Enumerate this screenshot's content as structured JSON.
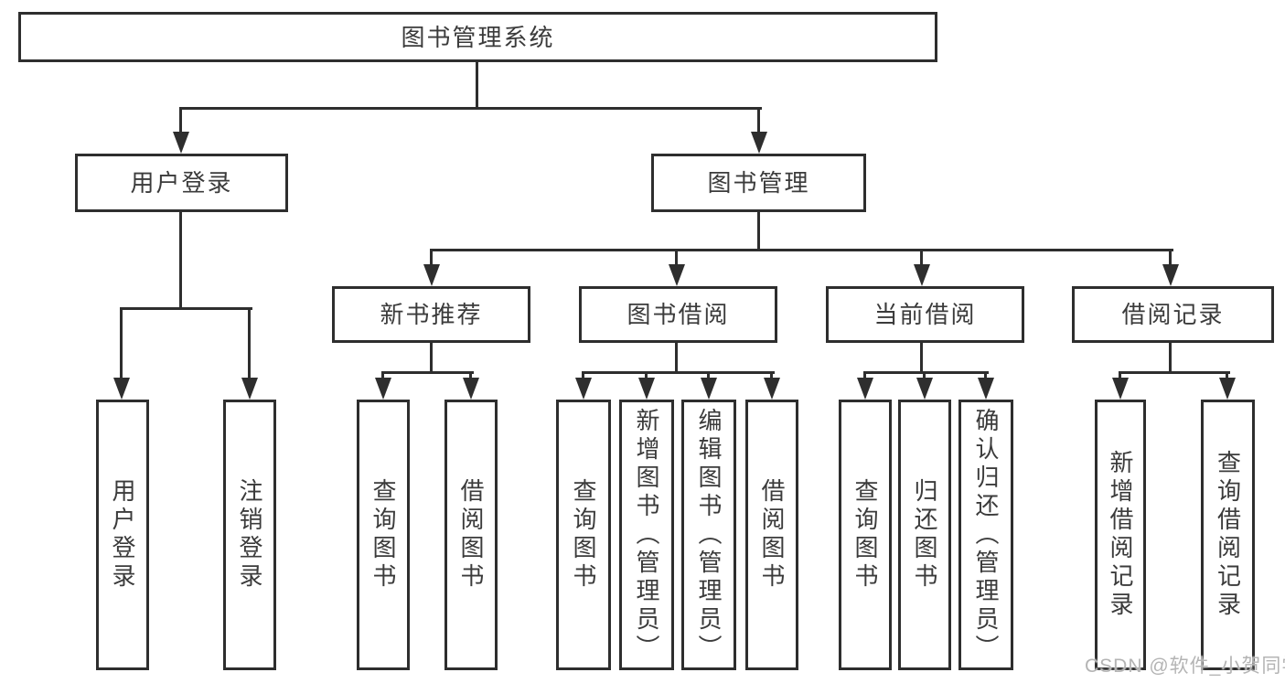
{
  "nodes": {
    "root": "图书管理系统",
    "user_login": "用户登录",
    "book_mgmt": "图书管理",
    "new_book_rec": "新书推荐",
    "book_borrow": "图书借阅",
    "current_borrow": "当前借阅",
    "borrow_record": "借阅记录",
    "leaf_user_login": "用户登录",
    "leaf_logout": "注销登录",
    "leaf_rec_query_book": "查询图书",
    "leaf_rec_borrow_book": "借阅图书",
    "leaf_bor_query_book": "查询图书",
    "leaf_bor_add_book": "新增图书（管理员）",
    "leaf_bor_edit_book": "编辑图书（管理员）",
    "leaf_bor_borrow_book": "借阅图书",
    "leaf_cur_query_book": "查询图书",
    "leaf_cur_return_book": "归还图书",
    "leaf_cur_confirm_return": "确认归还（管理员）",
    "leaf_rcd_add_record": "新增借阅记录",
    "leaf_rcd_query_record": "查询借阅记录"
  },
  "structure": {
    "图书管理系统": {
      "用户登录": [
        "用户登录",
        "注销登录"
      ],
      "图书管理": {
        "新书推荐": [
          "查询图书",
          "借阅图书"
        ],
        "图书借阅": [
          "查询图书",
          "新增图书（管理员）",
          "编辑图书（管理员）",
          "借阅图书"
        ],
        "当前借阅": [
          "查询图书",
          "归还图书",
          "确认归还（管理员）"
        ],
        "借阅记录": [
          "新增借阅记录",
          "查询借阅记录"
        ]
      }
    }
  },
  "watermark": "CSDN @软件_小贺同学",
  "colors": {
    "line": "#2e2e2e",
    "text": "#3b3b3b",
    "background": "#ffffff",
    "watermark": "#b4b4b4"
  }
}
